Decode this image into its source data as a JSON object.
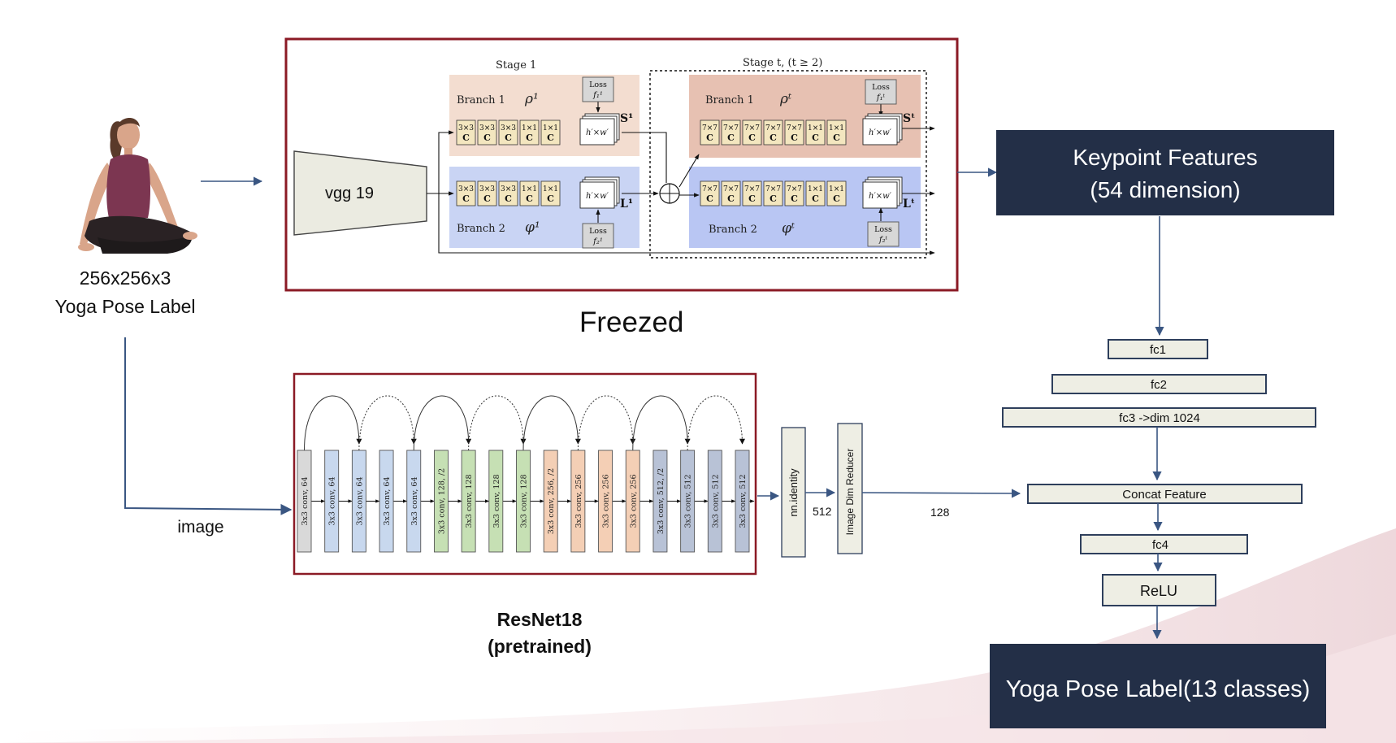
{
  "input": {
    "dims": "256x256x3",
    "label": "Yoga Pose Label",
    "image_arrow_label": "image"
  },
  "openpose": {
    "caption": "Freezed",
    "backbone": "vgg 19",
    "stage1_title": "Stage 1",
    "staget_title": "Stage t, (t ≥ 2)",
    "branch1_label": "Branch 1",
    "branch1_symbol": "ρ¹",
    "branch1t_symbol": "ρᵗ",
    "branch2_label": "Branch 2",
    "branch2_symbol": "φ¹",
    "branch2t_symbol": "φᵗ",
    "stage1_kernels": [
      "3×3",
      "3×3",
      "3×3",
      "1×1",
      "1×1"
    ],
    "staget_kernels": [
      "7×7",
      "7×7",
      "7×7",
      "7×7",
      "7×7",
      "1×1",
      "1×1"
    ],
    "conv_letter": "C",
    "map_label": "h′×w′",
    "loss_label": "Loss",
    "loss_s1": "f₁¹",
    "loss_l1": "f₂¹",
    "loss_st": "f₁ᵗ",
    "loss_lt": "f₂ᵗ",
    "s1": "S¹",
    "l1": "L¹",
    "st": "Sᵗ",
    "lt": "Lᵗ"
  },
  "resnet": {
    "title": "ResNet18",
    "subtitle": "(pretrained)",
    "layers": [
      "3x3 conv, 64",
      "3x3 conv, 64",
      "3x3 conv, 64",
      "3x3 conv, 64",
      "3x3 conv, 64",
      "3x3 conv, 128, /2",
      "3x3 conv, 128",
      "3x3 conv, 128",
      "3x3 conv, 128",
      "3x3 conv, 256, /2",
      "3x3 conv, 256",
      "3x3 conv, 256",
      "3x3 conv, 256",
      "3x3 conv, 512, /2",
      "3x3 conv, 512",
      "3x3 conv, 512",
      "3x3 conv, 512"
    ],
    "colors": [
      "#d9d9d9",
      "#c8d8ee",
      "#c8d8ee",
      "#c8d8ee",
      "#c8d8ee",
      "#c6e0b4",
      "#c6e0b4",
      "#c6e0b4",
      "#c6e0b4",
      "#f4cfb5",
      "#f4cfb5",
      "#f4cfb5",
      "#f4cfb5",
      "#b8c2d6",
      "#b8c2d6",
      "#b8c2d6",
      "#b8c2d6"
    ],
    "identity": "nn.identity",
    "dim_512": "512",
    "reducer": "Image Dim Reducer",
    "dim_128": "128"
  },
  "head": {
    "keypoint_line1": "Keypoint Features",
    "keypoint_line2": "(54 dimension)",
    "fc1": "fc1",
    "fc2": "fc2",
    "fc3": "fc3 ->dim 1024",
    "concat": "Concat Feature",
    "fc4": "fc4",
    "relu": "ReLU",
    "output": "Yoga Pose Label(13 classes)"
  },
  "colors": {
    "frame_red": "#8b1a25",
    "navy": "#232f47",
    "arrow": "#3a5682",
    "box_fill": "#eeeee4",
    "stage_pink": "#f3ddd0",
    "stage_blue": "#c9d4f4",
    "conv_fill": "#f3e6bf"
  }
}
